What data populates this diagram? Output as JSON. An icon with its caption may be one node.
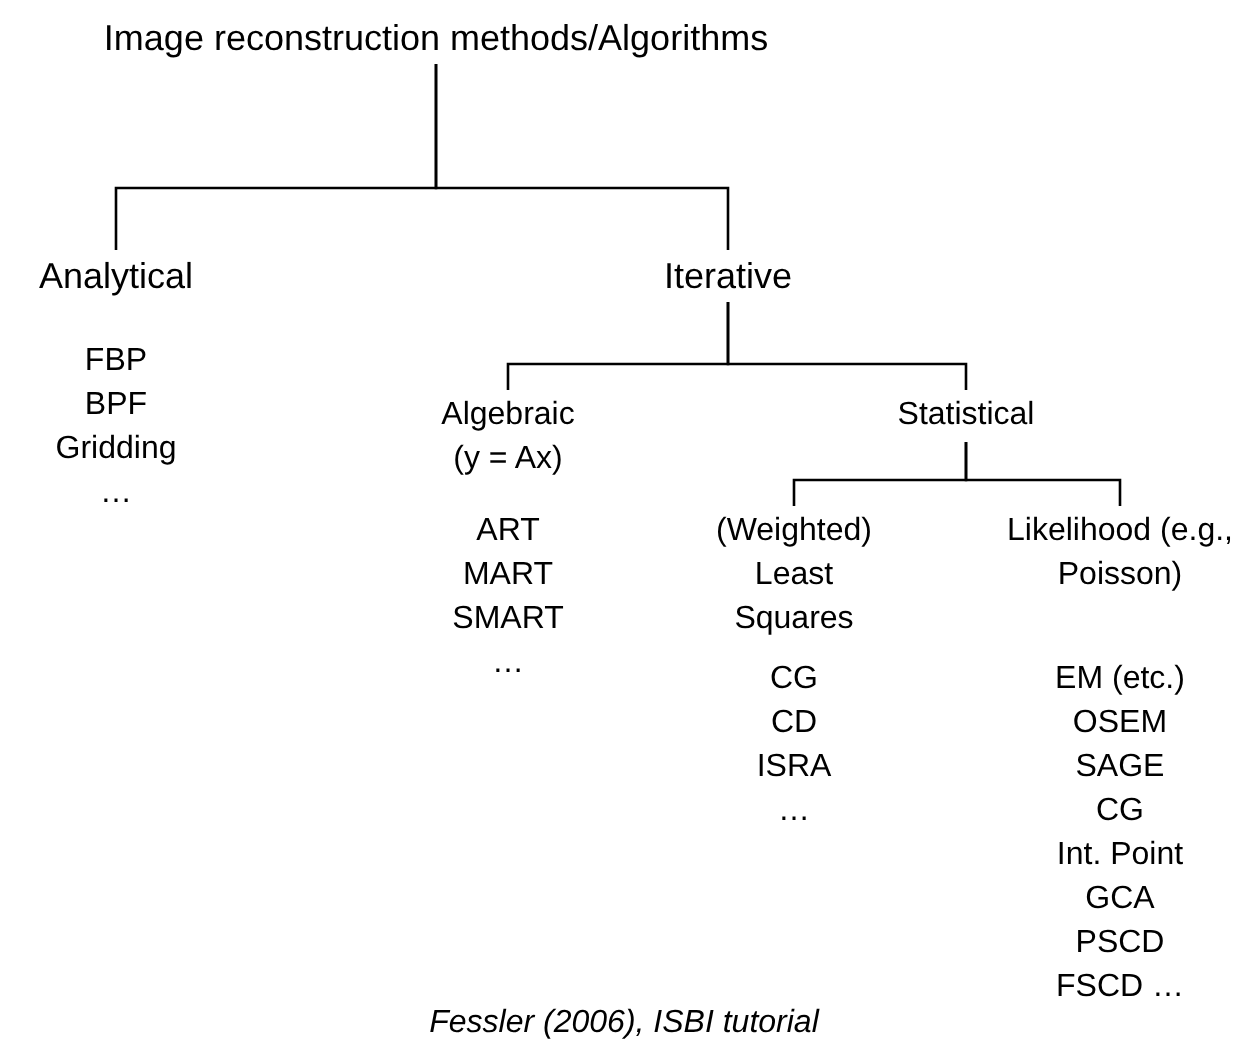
{
  "diagram": {
    "caption": "Fessler (2006), ISBI tutorial",
    "nodes": [
      {
        "text": [
          "Image reconstruction methods/Algorithms"
        ]
      },
      {
        "text": [
          "Analytical"
        ],
        "beside": [
          "FBP",
          "BPF",
          "Gridding",
          "…"
        ]
      },
      {
        "text": [
          "Iterative"
        ]
      },
      {
        "text": [
          "Algebraic (y = Ax)"
        ],
        "beside": [
          "ART",
          "MART",
          "SMART",
          "…"
        ]
      },
      {
        "text": [
          "Statistical"
        ]
      },
      {
        "text": [
          "(Weighted) Least Squares"
        ],
        "beside": [
          "CG",
          "CD",
          "ISRA",
          "…"
        ]
      },
      {
        "text": [
          "Likelihood (e.g., Poisson)"
        ],
        "beside": [
          "EM (etc.)",
          "OSEM",
          "SAGE",
          "CG",
          "Int. Point",
          "GCA",
          "PSCD",
          "FSCD …"
        ]
      }
    ],
    "edges": [
      {
        "from": 0,
        "to": 1,
        "arrow": "none"
      },
      {
        "from": 0,
        "to": 2,
        "arrow": "none"
      },
      {
        "from": 2,
        "to": 3,
        "arrow": "none"
      },
      {
        "from": 2,
        "to": 4,
        "arrow": "none"
      },
      {
        "from": 4,
        "to": 5,
        "arrow": "none"
      },
      {
        "from": 4,
        "to": 6,
        "arrow": "none"
      }
    ]
  }
}
